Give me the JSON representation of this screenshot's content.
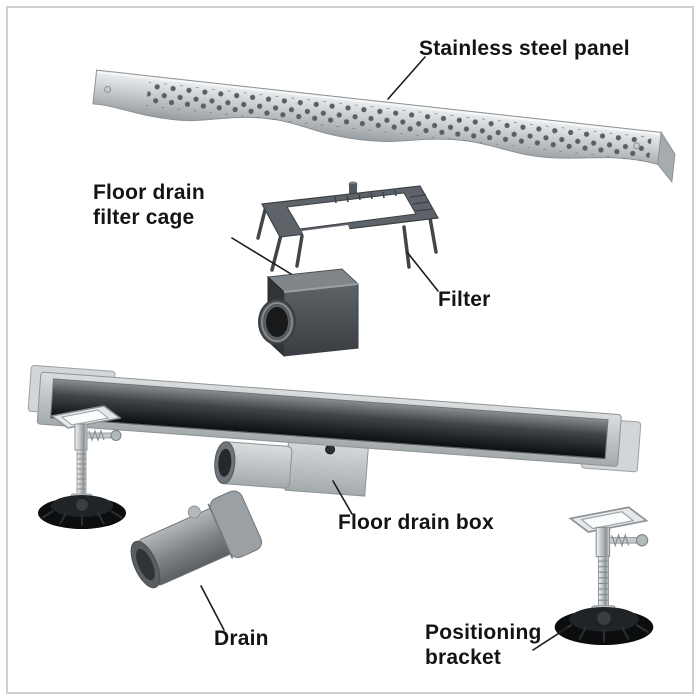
{
  "diagram": {
    "labels": {
      "panel": "Stainless steel panel",
      "filter_cage": [
        "Floor drain",
        "filter cage"
      ],
      "filter": "Filter",
      "drain_box": "Floor drain box",
      "drain": "Drain",
      "bracket": [
        "Positioning",
        "bracket"
      ]
    },
    "colors": {
      "steel_light": "#e8eaec",
      "steel_dark": "#9da2a6",
      "cage_dark": "#4b5054",
      "foot_black": "#0c0d0e",
      "leader_line": "#1b1b1b",
      "frame_border": "#cdd1d4"
    }
  }
}
